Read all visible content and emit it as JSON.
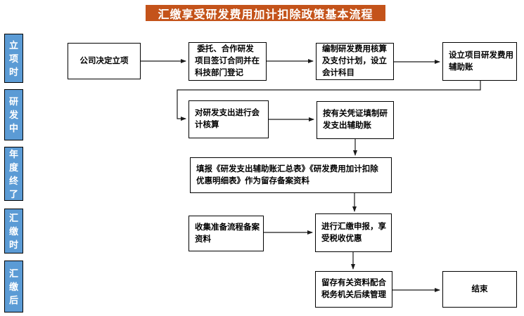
{
  "title": {
    "text": "汇缴享受研发费用加计扣除政策基本流程"
  },
  "colors": {
    "title_bg": "#C4531A",
    "title_fg": "#FFFFFF",
    "stage_bg": "#5B9BD5",
    "stage_fg": "#FFFFFF",
    "node_border": "#000000",
    "connector": "#1A1A1A"
  },
  "stages": [
    {
      "label": "立项时"
    },
    {
      "label": "研发中"
    },
    {
      "label": "年度终了"
    },
    {
      "label": "汇缴时"
    },
    {
      "label": "汇缴后"
    }
  ],
  "nodes": {
    "n1": {
      "text": "公司决定立项"
    },
    "n2": {
      "text": " 委托、合作研发\n项目签订合同并在\n科技部门登记"
    },
    "n3": {
      "text": "编制研发费用核算\n及支付计划，设立\n会计科目"
    },
    "n4": {
      "text": "设立项目研发费用\n辅助账"
    },
    "n5": {
      "text": "对研发支出进行会\n计核算"
    },
    "n6": {
      "text": "按有关凭证填制研\n发支出辅助账"
    },
    "n7": {
      "text": "填报《研发支出辅助账汇总表》《研发费用加计扣除\n优惠明细表》作为留存备案资料"
    },
    "n8": {
      "text": "收集准备流程备案\n资料"
    },
    "n9": {
      "text": "进行汇缴申报，享\n受税收优惠"
    },
    "n10": {
      "text": "留存有关资料配合\n税务机关后续管理"
    },
    "n11": {
      "text": "结束"
    }
  }
}
